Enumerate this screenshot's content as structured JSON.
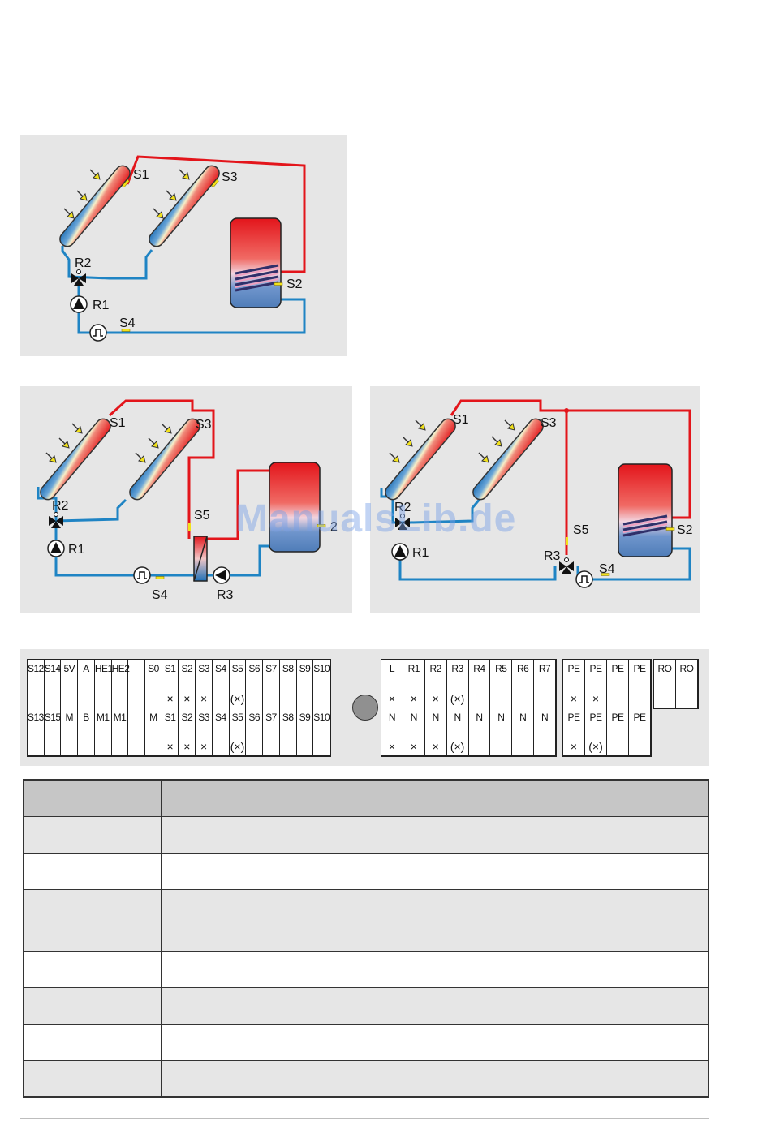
{
  "diagram1": {
    "labels": {
      "s1": "S1",
      "s2": "S2",
      "s3": "S3",
      "s4": "S4",
      "r1": "R1",
      "r2": "R2"
    }
  },
  "diagram2": {
    "labels": {
      "s1": "S1",
      "s2": "2",
      "s3": "S3",
      "s4": "S4",
      "s5": "S5",
      "r1": "R1",
      "r2": "R2",
      "r3": "R3"
    }
  },
  "diagram3": {
    "labels": {
      "s1": "S1",
      "s2": "S2",
      "s3": "S3",
      "s4": "S4",
      "s5": "S5",
      "r1": "R1",
      "r2": "R2",
      "r3": "R3"
    }
  },
  "watermark": "ManualsLib.de",
  "terminals": {
    "low_top": [
      "S12",
      "S14",
      "5V",
      "A",
      "HE1",
      "HE2",
      "",
      "S0",
      "S1",
      "S2",
      "S3",
      "S4",
      "S5",
      "S6",
      "S7",
      "S8",
      "S9",
      "S10"
    ],
    "low_top_marks": [
      "",
      "",
      "",
      "",
      "",
      "",
      "",
      "",
      "×",
      "×",
      "×",
      "",
      "(×)",
      "",
      "",
      "",
      "",
      ""
    ],
    "low_bottom": [
      "S13",
      "S15",
      "M",
      "B",
      "M1",
      "M1",
      "",
      "M",
      "S1",
      "S2",
      "S3",
      "S4",
      "S5",
      "S6",
      "S7",
      "S8",
      "S9",
      "S10"
    ],
    "low_bottom_marks": [
      "",
      "",
      "",
      "",
      "",
      "",
      "",
      "",
      "×",
      "×",
      "×",
      "",
      "(×)",
      "",
      "",
      "",
      "",
      ""
    ],
    "high_top": [
      "L",
      "R1",
      "R2",
      "R3",
      "R4",
      "R5",
      "R6",
      "R7"
    ],
    "high_top_marks": [
      "×",
      "×",
      "×",
      "(×)",
      "",
      "",
      "",
      ""
    ],
    "high_bottom": [
      "N",
      "N",
      "N",
      "N",
      "N",
      "N",
      "N",
      "N"
    ],
    "high_bottom_marks": [
      "×",
      "×",
      "×",
      "(×)",
      "",
      "",
      "",
      ""
    ],
    "pe_top": [
      "PE",
      "PE",
      "PE",
      "PE"
    ],
    "pe_top_marks": [
      "×",
      "×",
      "",
      ""
    ],
    "pe_bottom": [
      "PE",
      "PE",
      "PE",
      "PE"
    ],
    "pe_bottom_marks": [
      "×",
      "(×)",
      "",
      ""
    ],
    "ro": [
      "RO",
      "RO"
    ]
  },
  "assignment_table": {
    "header": [
      "",
      ""
    ],
    "rows": [
      [
        "",
        ""
      ],
      [
        "",
        ""
      ],
      [
        "",
        ""
      ],
      [
        "",
        ""
      ],
      [
        "",
        ""
      ],
      [
        "",
        ""
      ],
      [
        "",
        ""
      ]
    ]
  }
}
